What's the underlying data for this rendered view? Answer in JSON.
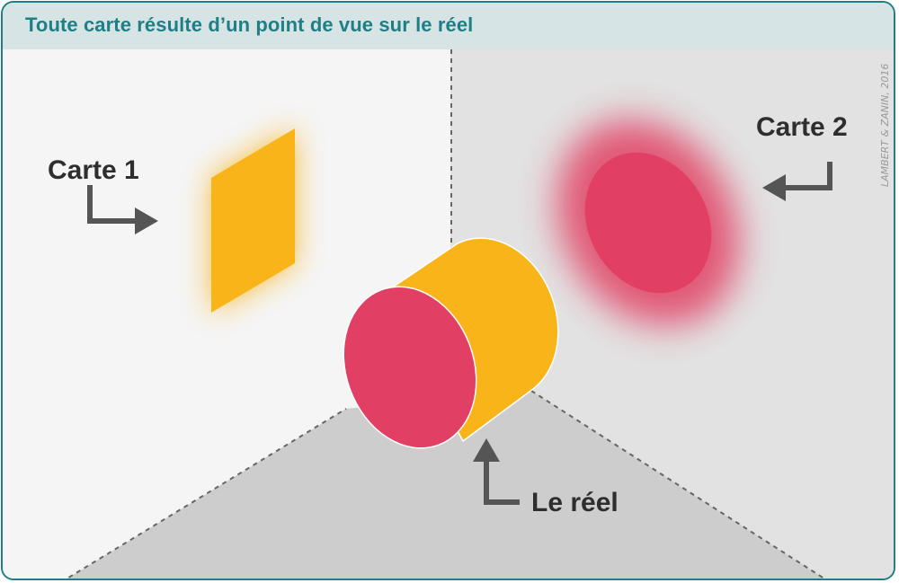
{
  "header": {
    "title": "Toute carte résulte d’un point de vue sur le réel"
  },
  "labels": {
    "carte1": "Carte 1",
    "carte2": "Carte 2",
    "reel": "Le réel"
  },
  "credit": "LAMBERT & ZANIN, 2016",
  "colors": {
    "accent": "#1f7f84",
    "orange": "#f9b41a",
    "red": "#e14064",
    "arrow": "#555555"
  },
  "icons": [
    "arrow-right-icon",
    "arrow-left-icon",
    "arrow-up-icon"
  ]
}
